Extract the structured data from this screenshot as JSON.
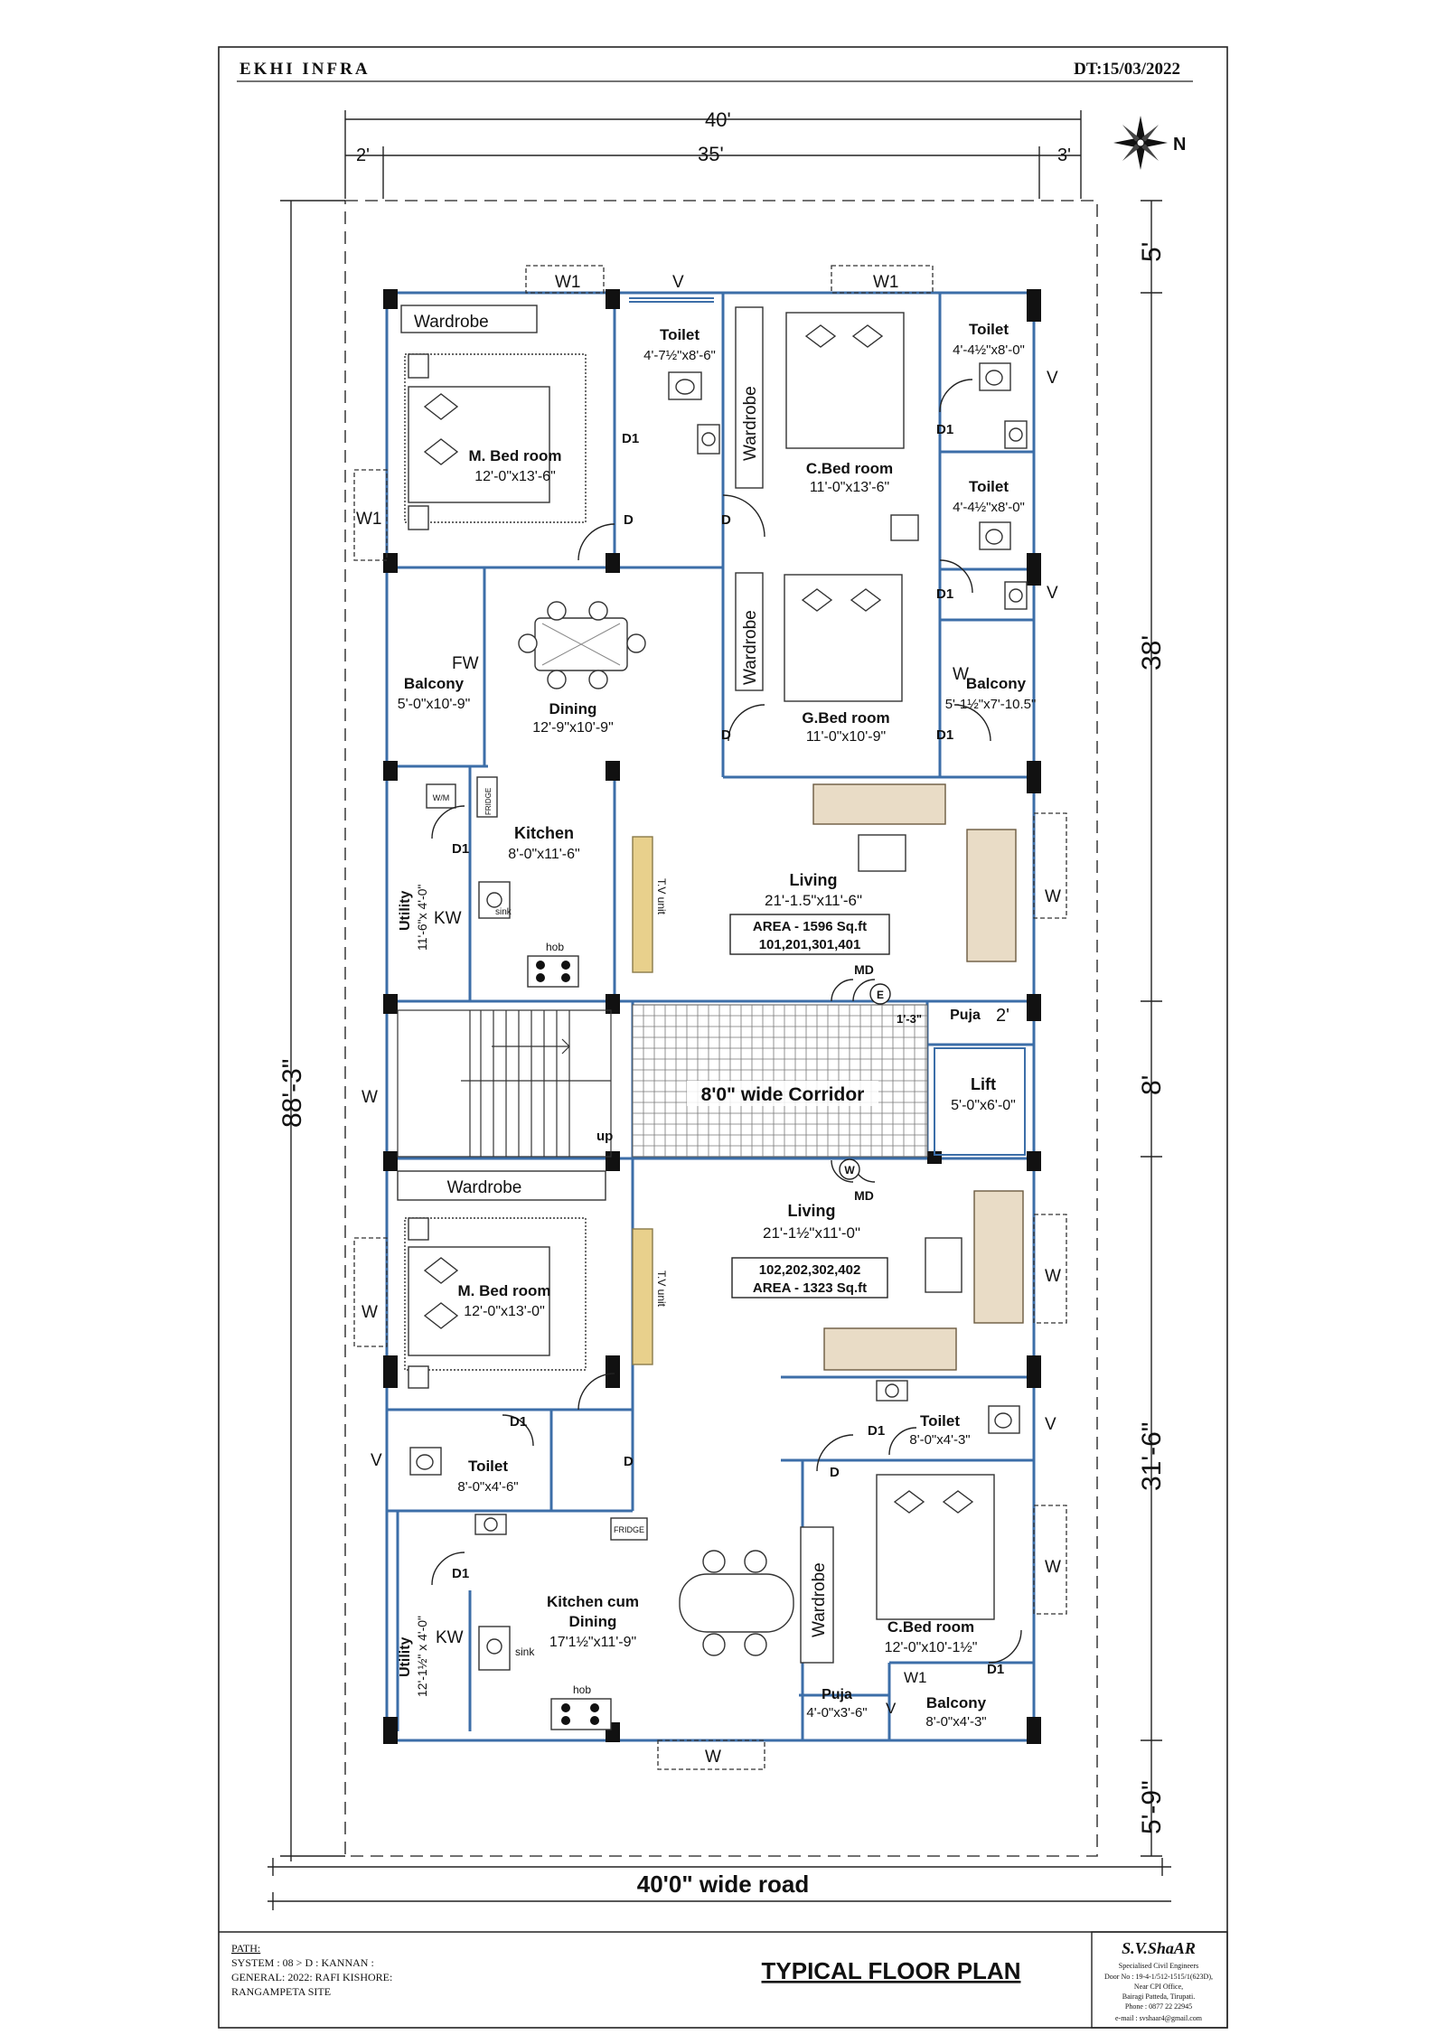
{
  "header": {
    "company": "EKHI INFRA",
    "date": "DT:15/03/2022"
  },
  "compass": {
    "label": "N"
  },
  "dimensions": {
    "top_total": "40'",
    "top_left": "2'",
    "top_mid": "35'",
    "top_right": "3'",
    "left_total": "88'-3\"",
    "right_1": "5'",
    "right_2": "38'",
    "right_3": "8'",
    "right_4": "31'-6\"",
    "right_5": "5'-9\""
  },
  "road": "40'0\" wide road",
  "corridor": "8'0\" wide Corridor",
  "upper_unit": {
    "master": {
      "name": "M. Bed room",
      "size": "12'-0\"x13'-6\"",
      "wardrobe": "Wardrobe"
    },
    "toilet1": {
      "name": "Toilet",
      "size": "4'-7½\"x8'-6\""
    },
    "child": {
      "name": "C.Bed room",
      "size": "11'-0\"x13'-6\"",
      "wardrobe": "Wardrobe"
    },
    "toilet2": {
      "name": "Toilet",
      "size": "4'-4½\"x8'-0\""
    },
    "toilet3": {
      "name": "Toilet",
      "size": "4'-4½\"x8'-0\""
    },
    "guest": {
      "name": "G.Bed room",
      "size": "11'-0\"x10'-9\"",
      "wardrobe": "Wardrobe"
    },
    "balcony_left": {
      "name": "Balcony",
      "size": "5'-0\"x10'-9\""
    },
    "balcony_right": {
      "name": "Balcony",
      "size": "5'-1½\"x7'-10.5\""
    },
    "dining": {
      "name": "Dining",
      "size": "12'-9\"x10'-9\""
    },
    "kitchen": {
      "name": "Kitchen",
      "size": "8'-0\"x11'-6\""
    },
    "utility": {
      "name": "Utility",
      "size": "11'-6\"x 4'-0\""
    },
    "living": {
      "name": "Living",
      "size": "21'-1.5\"x11'-6\""
    },
    "area": "AREA   - 1596 Sq.ft",
    "flats": "101,201,301,401"
  },
  "lower_unit": {
    "master": {
      "name": "M. Bed room",
      "size": "12'-0\"x13'-0\"",
      "wardrobe": "Wardrobe"
    },
    "living": {
      "name": "Living",
      "size": "21'-1½\"x11'-0\""
    },
    "flats": "102,202,302,402",
    "area": "AREA   - 1323 Sq.ft",
    "toilet_left": {
      "name": "Toilet",
      "size": "8'-0\"x4'-6\""
    },
    "toilet_right": {
      "name": "Toilet",
      "size": "8'-0\"x4'-3\""
    },
    "kitchen": {
      "name": "Kitchen cum",
      "name2": "Dining",
      "size": "17'1½\"x11'-9\""
    },
    "utility": {
      "name": "Utility",
      "size": "12'-1½\" x 4'-0\""
    },
    "child": {
      "name": "C.Bed room",
      "size": "12'-0\"x10'-1½\"",
      "wardrobe": "Wardrobe"
    },
    "puja": {
      "name": "Puja",
      "size": "4'-0\"x3'-6\""
    },
    "balcony": {
      "name": "Balcony",
      "size": "8'-0\"x4'-3\""
    }
  },
  "core": {
    "puja": "Puja",
    "puja_dim": "2'",
    "puja_w": "1'-3\"",
    "lift": "Lift",
    "lift_size": "5'-0\"x6'-0\"",
    "up": "up"
  },
  "tags": {
    "W": "W",
    "W1": "W1",
    "V": "V",
    "D": "D",
    "D1": "D1",
    "MD": "MD",
    "FW": "FW",
    "KW": "KW",
    "E": "E",
    "WM": "W/M",
    "fridge": "FRIDGE",
    "tv": "T.V unit",
    "hob": "hob",
    "sink": "sink"
  },
  "title_block": {
    "title": "TYPICAL FLOOR PLAN",
    "path": "PATH:",
    "system": "SYSTEM : 08 > D : KANNAN :",
    "general": "GENERAL: 2022: RAFI KISHORE:",
    "site": "RANGAMPETA SITE",
    "firm": "S.V.ShaAR",
    "firm_l1": "Specialised Civil Engineers",
    "firm_l2": "Door No : 19-4-1/512-1515/1(623D),",
    "firm_l3": "Near CPI Office,",
    "firm_l4": "Bairagi Patteda, Tirupati.",
    "firm_l5": "Phone : 0877 22 22945",
    "firm_l6": "e-mail : svshaar4@gmail.com"
  }
}
